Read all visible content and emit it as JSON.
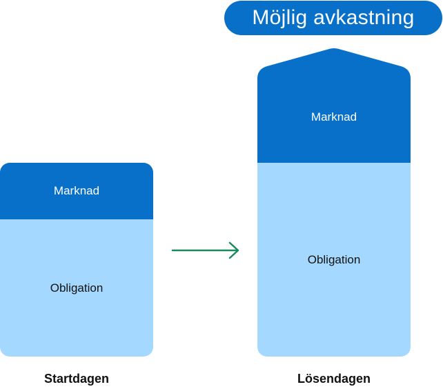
{
  "colors": {
    "market": "#0870c8",
    "bond": "#a5d8fe",
    "arrow": "#1a8a5a",
    "text_dark": "#111111",
    "text_light": "#ffffff"
  },
  "top_label": "Möjlig avkastning",
  "start": {
    "market_label": "Marknad",
    "bond_label": "Obligation",
    "caption": "Startdagen"
  },
  "end": {
    "market_label": "Marknad",
    "bond_label": "Obligation",
    "caption": "Lösendagen"
  },
  "connector": {
    "icon": "arrow-right-icon"
  }
}
